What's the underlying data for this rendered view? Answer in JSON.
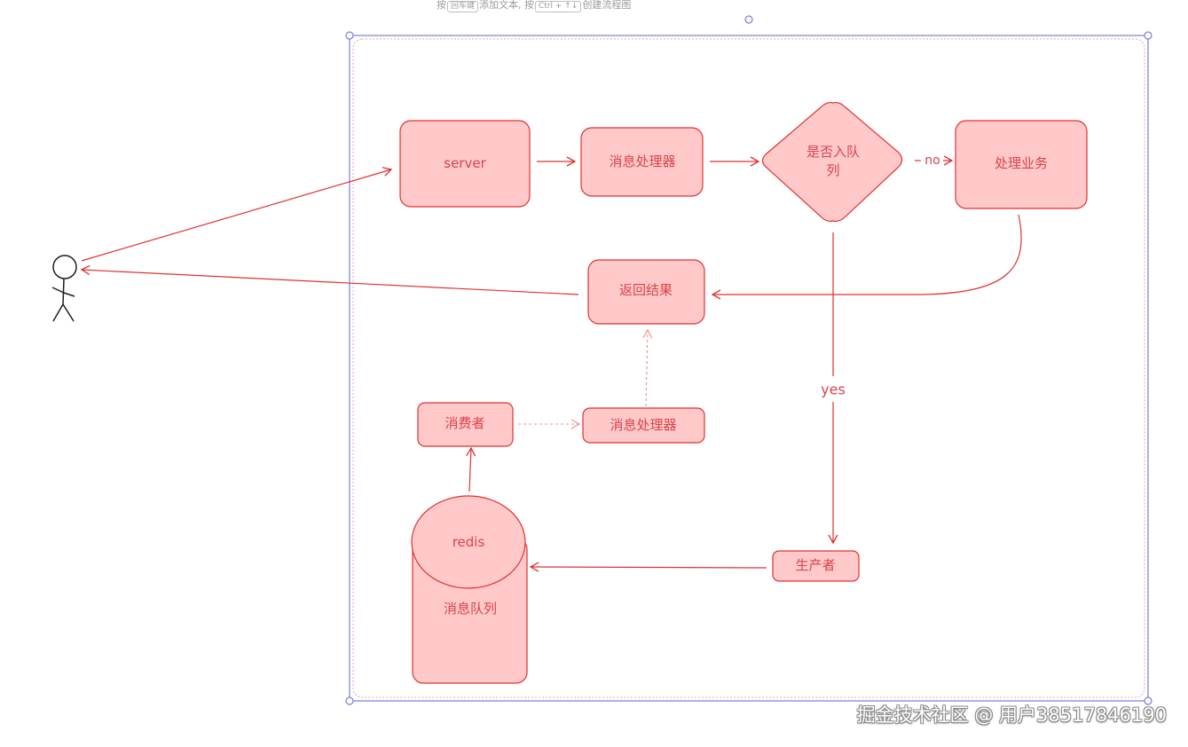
{
  "hint": {
    "prefix": "按",
    "key_enter": "回车键",
    "middle": "添加文本, 按",
    "key_ctrl": "Ctrl + ↑↓",
    "suffix": "创建流程图"
  },
  "nodes": {
    "server": "server",
    "processor_top": "消息处理器",
    "decision_line1": "是否入队",
    "decision_line2": "列",
    "business": "处理业务",
    "return_result": "返回结果",
    "consumer": "消费者",
    "processor_bottom": "消息处理器",
    "producer": "生产者",
    "redis": "redis",
    "queue": "消息队列"
  },
  "edges": {
    "no_label": "no",
    "yes_label": "yes"
  },
  "colors": {
    "node_fill": "#ffc9c9",
    "node_stroke": "#e03131",
    "text": "#d9434a",
    "selection": "#7b7be0"
  },
  "watermark": "掘金技术社区 @ 用户38517846190"
}
